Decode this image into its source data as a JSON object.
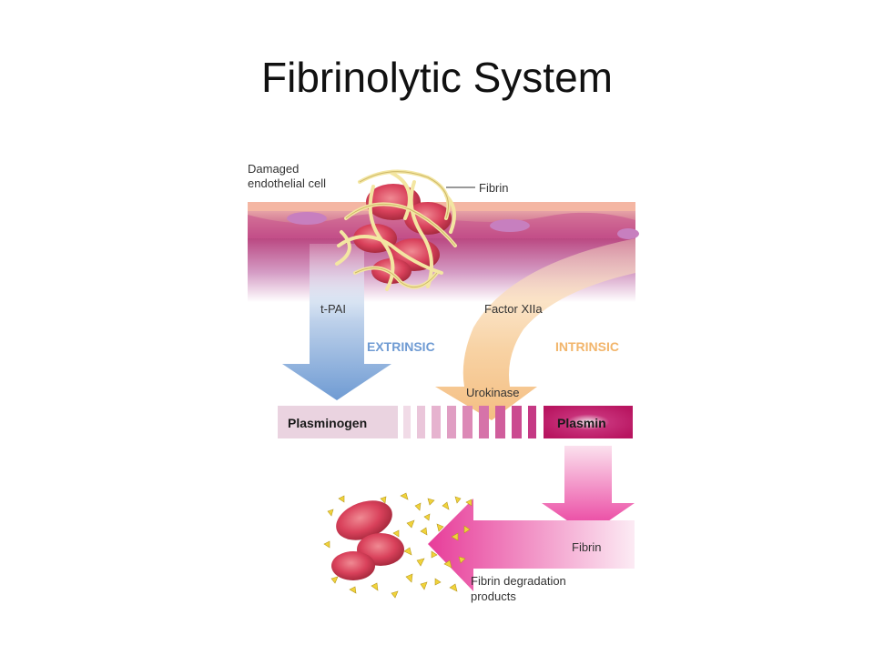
{
  "title": "Fibrinolytic System",
  "labels": {
    "damaged_cell_line1": "Damaged",
    "damaged_cell_line2": "endothelial cell",
    "fibrin_top": "Fibrin",
    "tpai": "t-PAI",
    "factor": "Factor XIIa",
    "extrinsic": "EXTRINSIC",
    "intrinsic": "INTRINSIC",
    "urokinase": "Urokinase",
    "plasminogen": "Plasminogen",
    "plasmin": "Plasmin",
    "fibrin_bottom": "Fibrin",
    "fdp_line1": "Fibrin degradation",
    "fdp_line2": "products"
  },
  "colors": {
    "extrinsic": "#6f9bd3",
    "intrinsic": "#f2b56b",
    "plasmin": "#d0206f",
    "plasminogen_box": "#ead3e0",
    "rbc": "#d9415b",
    "fibrin_strand": "#f3e6a2"
  }
}
